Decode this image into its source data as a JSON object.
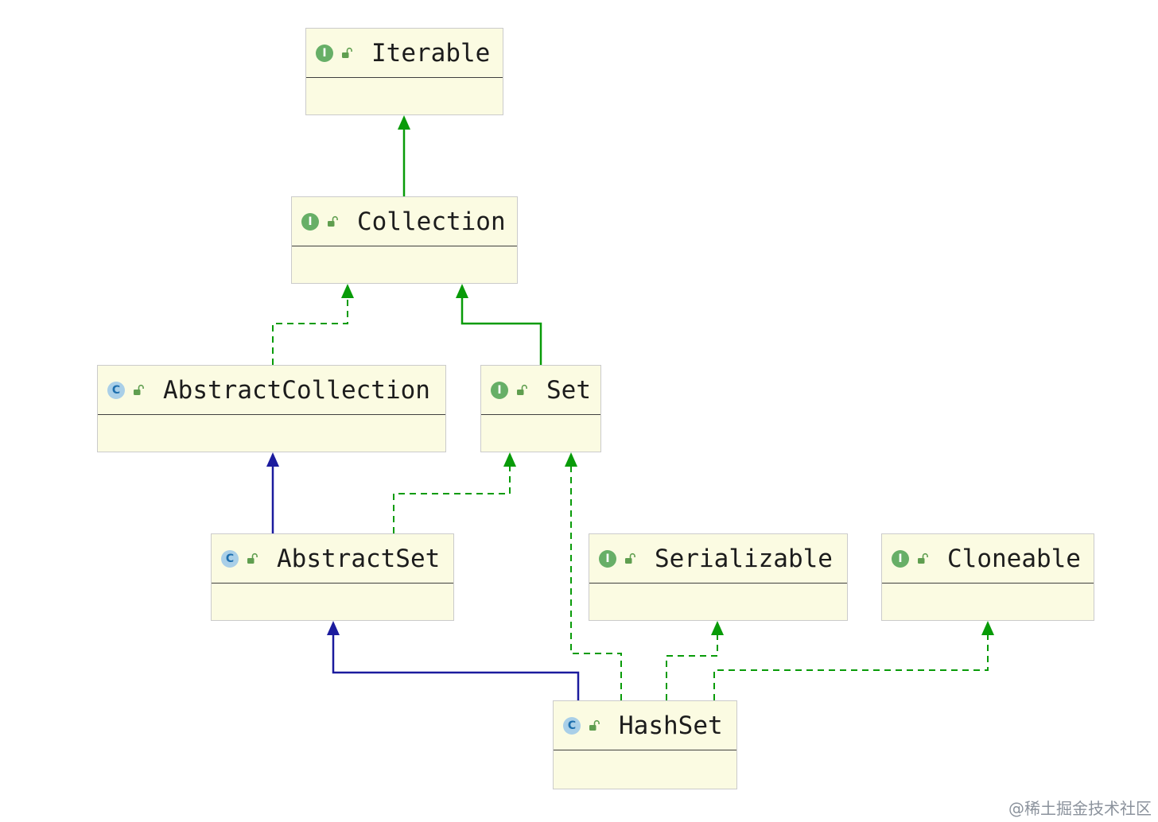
{
  "colors": {
    "box_fill": "#FBFBE2",
    "box_border": "#CBCBCB",
    "separator": "#3F3F3F",
    "extends_interface_green": "#089B08",
    "extends_class_navy": "#1B1B9E",
    "interface_badge_green": "#67AF67",
    "class_badge_blue": "#A9CFE8",
    "lock_green": "#5F9E4F"
  },
  "nodes": [
    {
      "id": "iterable",
      "name": "Iterable",
      "kind": "interface",
      "badge": "I"
    },
    {
      "id": "collection",
      "name": "Collection",
      "kind": "interface",
      "badge": "I"
    },
    {
      "id": "abstractcollection",
      "name": "AbstractCollection",
      "kind": "class",
      "badge": "C"
    },
    {
      "id": "set",
      "name": "Set",
      "kind": "interface",
      "badge": "I"
    },
    {
      "id": "abstractset",
      "name": "AbstractSet",
      "kind": "class",
      "badge": "C"
    },
    {
      "id": "serializable",
      "name": "Serializable",
      "kind": "interface",
      "badge": "I"
    },
    {
      "id": "cloneable",
      "name": "Cloneable",
      "kind": "interface",
      "badge": "I"
    },
    {
      "id": "hashset",
      "name": "HashSet",
      "kind": "class",
      "badge": "C"
    }
  ],
  "edges": [
    {
      "from": "Collection",
      "to": "Iterable",
      "relation": "extends",
      "line": "solid",
      "color": "#089B08"
    },
    {
      "from": "Set",
      "to": "Collection",
      "relation": "extends",
      "line": "solid",
      "color": "#089B08"
    },
    {
      "from": "AbstractCollection",
      "to": "Collection",
      "relation": "implements",
      "line": "dashed",
      "color": "#089B08"
    },
    {
      "from": "AbstractSet",
      "to": "AbstractCollection",
      "relation": "extends",
      "line": "solid",
      "color": "#1B1B9E"
    },
    {
      "from": "AbstractSet",
      "to": "Set",
      "relation": "implements",
      "line": "dashed",
      "color": "#089B08"
    },
    {
      "from": "HashSet",
      "to": "Set",
      "relation": "implements",
      "line": "dashed",
      "color": "#089B08"
    },
    {
      "from": "HashSet",
      "to": "Serializable",
      "relation": "implements",
      "line": "dashed",
      "color": "#089B08"
    },
    {
      "from": "HashSet",
      "to": "Cloneable",
      "relation": "implements",
      "line": "dashed",
      "color": "#089B08"
    },
    {
      "from": "HashSet",
      "to": "AbstractSet",
      "relation": "extends",
      "line": "solid",
      "color": "#1B1B9E"
    }
  ],
  "watermark": "@稀土掘金技术社区"
}
